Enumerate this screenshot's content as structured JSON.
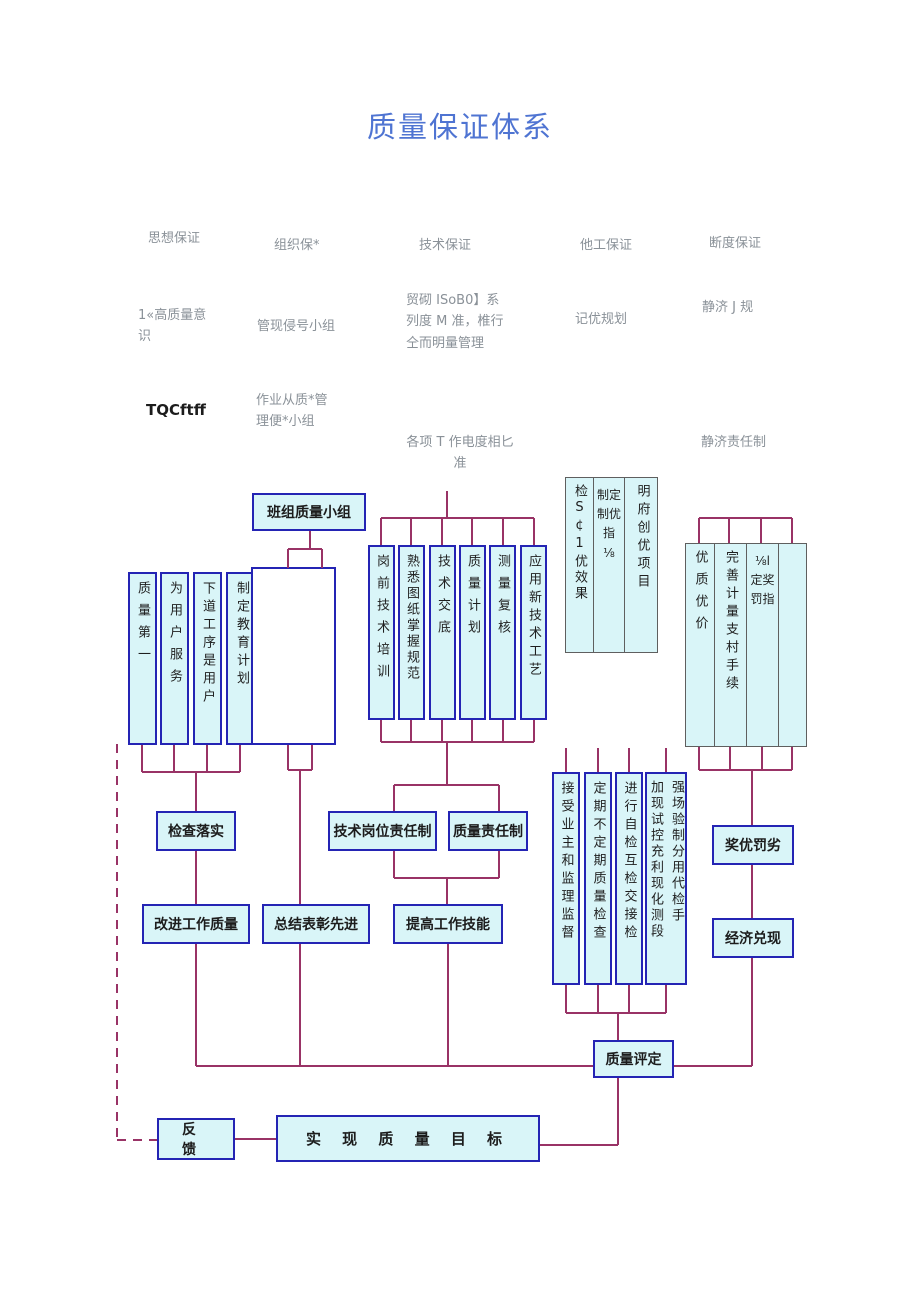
{
  "title": "质量保证体系",
  "colors": {
    "title_blue": "#4f74d2",
    "box_fill": "#d9f5f8",
    "box_border_blue": "#2424b4",
    "gray_border": "#5f5f5f",
    "connector_purple": "#993366",
    "label_gray": "#8a9198"
  },
  "header": {
    "columns": [
      "思想保证",
      "组织保*",
      "技术保证",
      "他工保证",
      "断度保证"
    ],
    "row2": {
      "c1": "1«高质量意\n识",
      "c2": "管现侵号小组",
      "c3": "贸砌 ISoB0】系\n列度 M 准，椎行\n仝而明量管理",
      "c4": "记优规划",
      "c5": "静济 J 规"
    },
    "row3": {
      "c1": "TQCftff",
      "c2": "作业从质*管\n理便*小组",
      "c3": "各项 T 作电度相匕\n准",
      "c4": "静济责任制"
    }
  },
  "boxes": {
    "team": "班组质量小组",
    "left_vertical": [
      "质量第一",
      "为用户服务",
      "下道工序是用户",
      "制定教育计划"
    ],
    "mid_vertical": [
      "岗前技术培训",
      "熟悉图纸掌握规范",
      "技术交底",
      "质量计划",
      "测量复核",
      "应用新技术工艺"
    ],
    "three_col": {
      "col1": "检S¢1优效果",
      "col2": "制定\n制优\n指\n⅛",
      "col3": "明府创优项目"
    },
    "big_right": {
      "col1": "优质优价",
      "col2": "完善计量支村手续",
      "col3": "⅛l\n定奖\n罚指",
      "col4": ""
    },
    "check_impl": "检查落实",
    "tech_post": "技术岗位责任制",
    "quality_resp": "质量责任制",
    "improve": "改进工作质量",
    "summary": "总结表彰先进",
    "skill": "提高工作技能",
    "right_vertical": [
      "接受业主和监理监督",
      "定期不定期质量检查",
      "进行自检互检交接检"
    ],
    "right_vertical4": {
      "col1": "加现试控充利现化测段",
      "col2": "强场验制分用代检手"
    },
    "reward": "奖优罚劣",
    "economy": "经济兑现",
    "evaluation": "质量评定",
    "feedback": "反 馈",
    "goal": "实 现 质 量 目 标"
  }
}
